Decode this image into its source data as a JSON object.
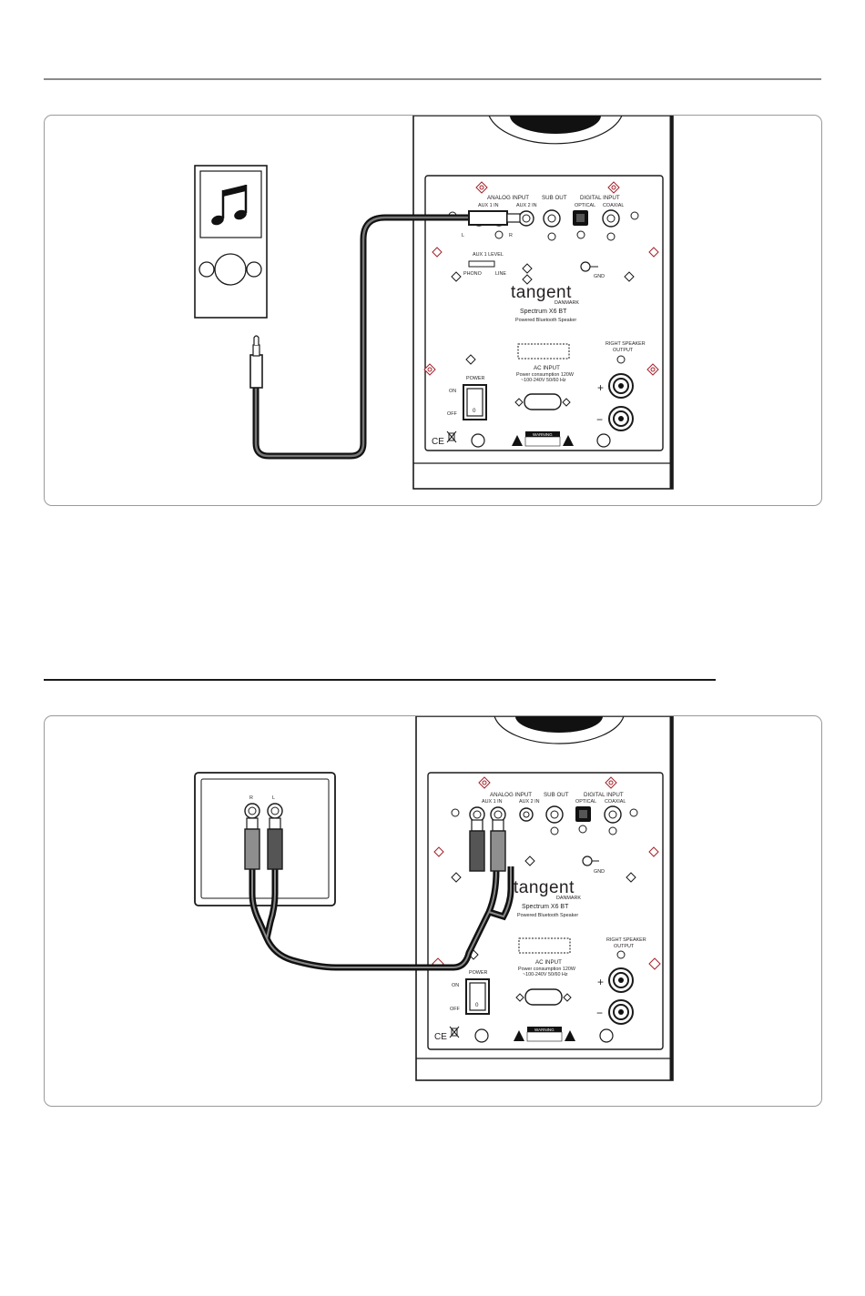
{
  "panels": [
    {
      "labels": {
        "analog_input": "ANALOG INPUT",
        "aux1_in": "AUX 1 IN",
        "aux2_in": "AUX 2 IN",
        "sub_out": "SUB OUT",
        "digital_input": "DIGITAL INPUT",
        "optical": "OPTICAL",
        "coaxial": "COAXIAL",
        "left": "L",
        "right": "R",
        "aux1_level": "AUX 1 LEVEL",
        "phono": "PHONO",
        "line": "LINE",
        "gnd": "GND",
        "brand": "tangent",
        "brand_sub": "DANMARK",
        "model": "Spectrum X6 BT",
        "subtitle": "Powered Bluetooth Speaker",
        "ac_input": "AC INPUT",
        "power_consumption": "Power consumption 120W",
        "voltage": "~100-240V 50/60 Hz",
        "power": "POWER",
        "on": "ON",
        "off": "OFF",
        "right_speaker": "RIGHT SPEAKER",
        "output": "OUTPUT",
        "plus": "+",
        "minus": "−",
        "ce": "CE",
        "warning": "WARNING",
        "switch_mark": "0"
      }
    },
    {
      "labels": {
        "analog_input": "ANALOG INPUT",
        "aux1_in": "AUX 1 IN",
        "aux2_in": "AUX 2 IN",
        "sub_out": "SUB OUT",
        "digital_input": "DIGITAL INPUT",
        "optical": "OPTICAL",
        "coaxial": "COAXIAL",
        "gnd": "GND",
        "brand": "tangent",
        "brand_sub": "DANMARK",
        "model": "Spectrum X6 BT",
        "subtitle": "Powered Bluetooth Speaker",
        "ac_input": "AC INPUT",
        "power_consumption": "Power consumption 120W",
        "voltage": "~100-240V 50/60 Hz",
        "power": "POWER",
        "on": "ON",
        "off": "OFF",
        "right_speaker": "RIGHT SPEAKER",
        "output": "OUTPUT",
        "plus": "+",
        "minus": "−",
        "ce": "CE",
        "warning": "WARNING",
        "switch_mark": "0",
        "source_r": "R",
        "source_l": "L"
      }
    }
  ]
}
